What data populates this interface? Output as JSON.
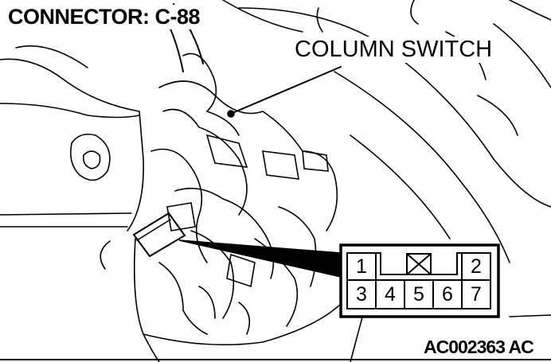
{
  "title": "CONNECTOR: C-88",
  "callout_label": "COLUMN SWITCH",
  "figure_code": "AC002363 AC",
  "connector": {
    "pins_top": [
      "1",
      "2"
    ],
    "pins_bottom": [
      "3",
      "4",
      "5",
      "6",
      "7"
    ],
    "unused_marker": "x-box"
  }
}
